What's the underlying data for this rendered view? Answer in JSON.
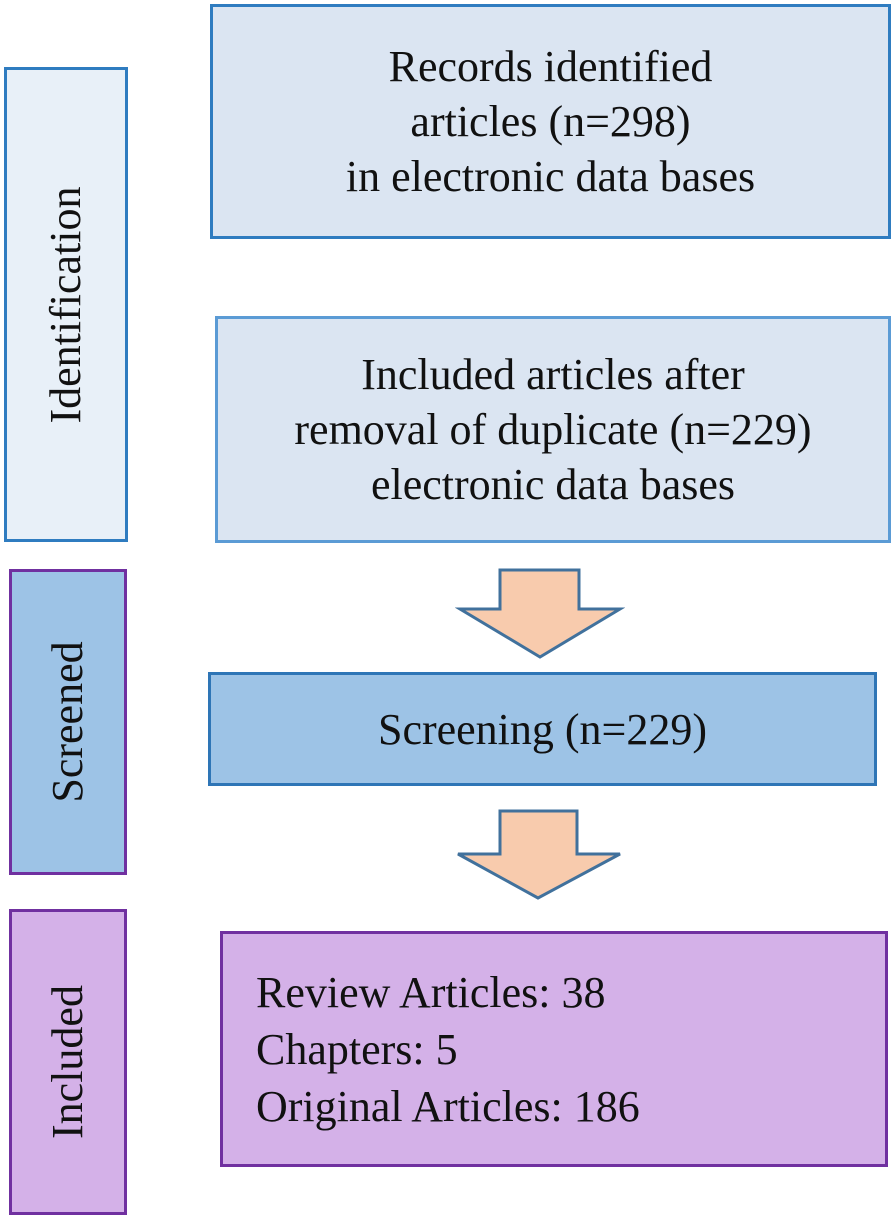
{
  "colors": {
    "identification_fill": "#e8f0f8",
    "identification_border": "#2f7cc0",
    "records_fill": "#dbe5f2",
    "records_border": "#2f7cc0",
    "duplicates_fill": "#dbe5f2",
    "duplicates_border": "#5b9bd5",
    "screened_fill": "#9dc3e6",
    "screened_border": "#7030a0",
    "screening_fill": "#9dc3e6",
    "screening_border": "#2e75b6",
    "included_fill": "#d4b1e8",
    "included_border": "#7030a0",
    "arrow_fill": "#f8cbad",
    "arrow_border": "#41719c"
  },
  "stages": {
    "identification": "Identification",
    "screened": "Screened",
    "included": "Included"
  },
  "boxes": {
    "records": [
      "Records identified",
      "articles (n=298)",
      "in electronic data bases"
    ],
    "duplicates": [
      "Included articles after",
      "removal of duplicate (n=229)",
      "electronic data bases"
    ],
    "screening": "Screening (n=229)",
    "included": [
      "Review Articles: 38",
      "Chapters: 5",
      "Original Articles: 186"
    ]
  }
}
